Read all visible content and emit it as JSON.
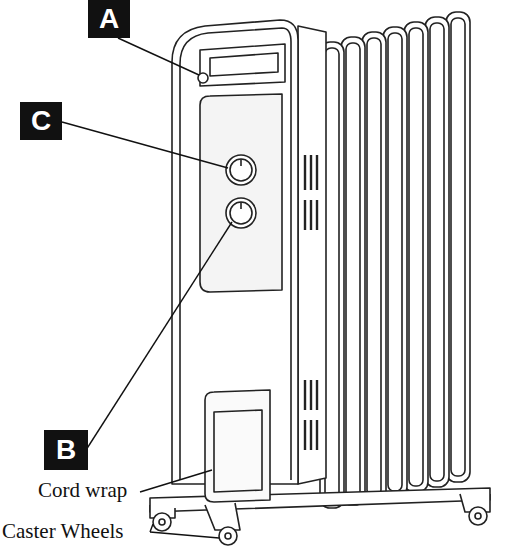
{
  "diagram": {
    "nodes": [
      {
        "text": [
          "A"
        ]
      },
      {
        "text": [
          "C"
        ]
      },
      {
        "text": [
          "B"
        ]
      }
    ],
    "labels": [
      "Cord wrap",
      "Caster Wheels"
    ]
  }
}
